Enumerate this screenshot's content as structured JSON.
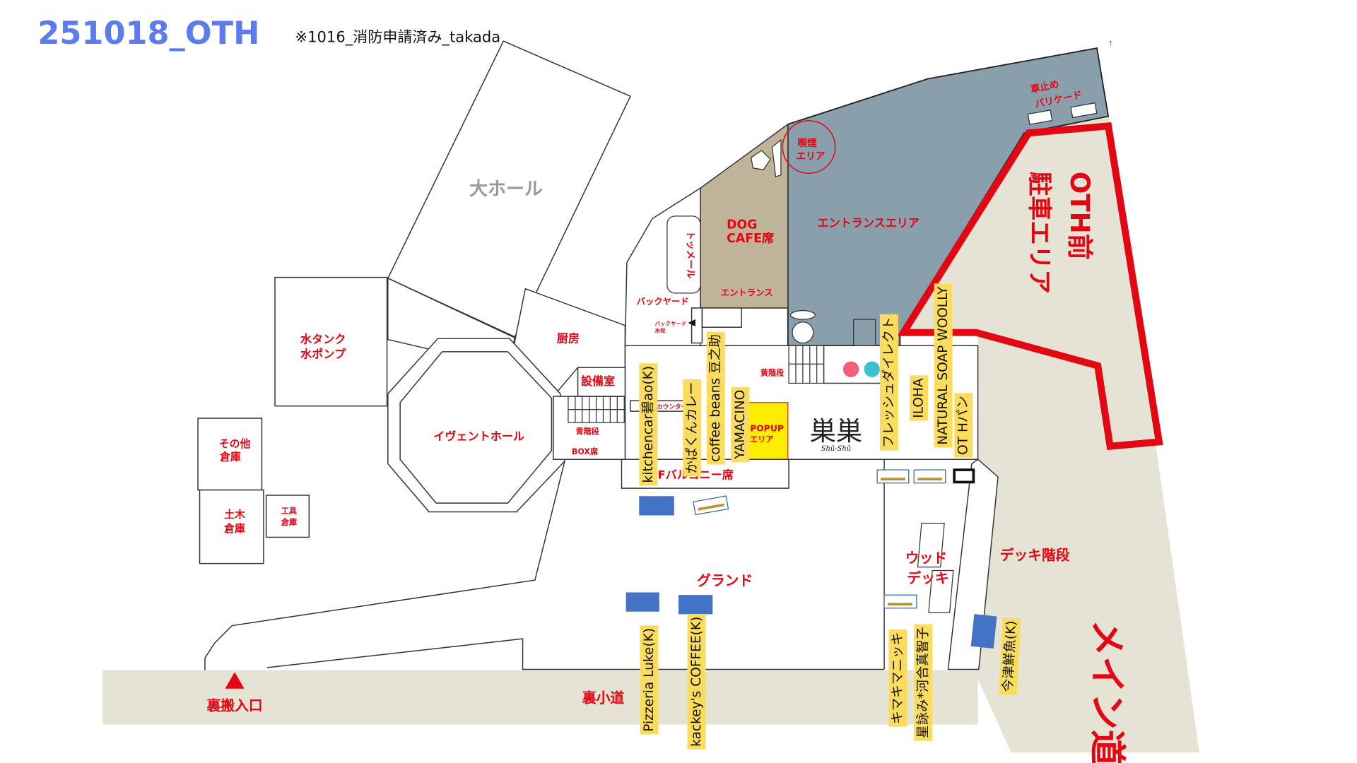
{
  "header": {
    "title": "251018_OTH",
    "note": "※1016_消防申請済み_takada"
  },
  "colors": {
    "title": "#5b7bef",
    "label_red": "#e30613",
    "entrance_area": "#8a9fac",
    "dog_cafe": "#bfb49a",
    "road": "#e5e3d3",
    "popup": "#ffed00",
    "vendor_tag": "#fcdc5c",
    "kitchencar_spot": "#4472c4"
  },
  "areas": {
    "big_hall": "大ホール",
    "water_tank": "水タンク",
    "water_pump": "水ポンプ",
    "kitchen": "厨房",
    "equipment_room": "設備室",
    "blue_stairs": "青階段",
    "box_seats": "BOX席",
    "event_hall": "イヴェントホール",
    "other_storage_1": "その他",
    "other_storage_2": "倉庫",
    "civil_storage_1": "土木",
    "civil_storage_2": "倉庫",
    "tool_storage_1": "工具",
    "tool_storage_2": "倉庫",
    "rumet": "トッメール",
    "backyard": "バックヤード",
    "backyard_faucet_1": "バックヤード",
    "backyard_faucet_2": "水栓",
    "dog_cafe_1": "DOG",
    "dog_cafe_2": "CAFE席",
    "entrance": "エントランス",
    "smoking_1": "喫煙",
    "smoking_2": "エリア",
    "entrance_area": "エントランスエリア",
    "barricade_1": "車止め",
    "barricade_2": "バリケード",
    "parking_1": "OTH前",
    "parking_2": "駐車エリア",
    "yellow_stairs": "黄階段",
    "counter": "カウンター",
    "popup_1": "POPUP",
    "popup_2": "エリア",
    "balcony": "2Fバルコニー席",
    "shushu_logo": "巣巣",
    "shushu_sub": "Shū-Shū",
    "ground": "グランド",
    "wood_deck_1": "ウッド",
    "wood_deck_2": "デッキ",
    "deck_stairs": "デッキ階段",
    "back_lane": "裏小道",
    "back_entrance": "裏搬入口",
    "main_road": "メイン道"
  },
  "vendors": [
    "kitchencar碧ao(K)",
    "かぱくんカレー",
    "coffee beans 豆之助",
    "YAMACINO",
    "フレッシュダイレクト",
    "ILOHA",
    "NATURAL SOAP WOOLLY",
    "OT Hパン",
    "Pizzeria Luke(K)",
    "kackey's COFFEE(K)",
    "キマキマニッキ",
    "星詠み*河合真智子",
    "今津鮮魚(K)"
  ]
}
